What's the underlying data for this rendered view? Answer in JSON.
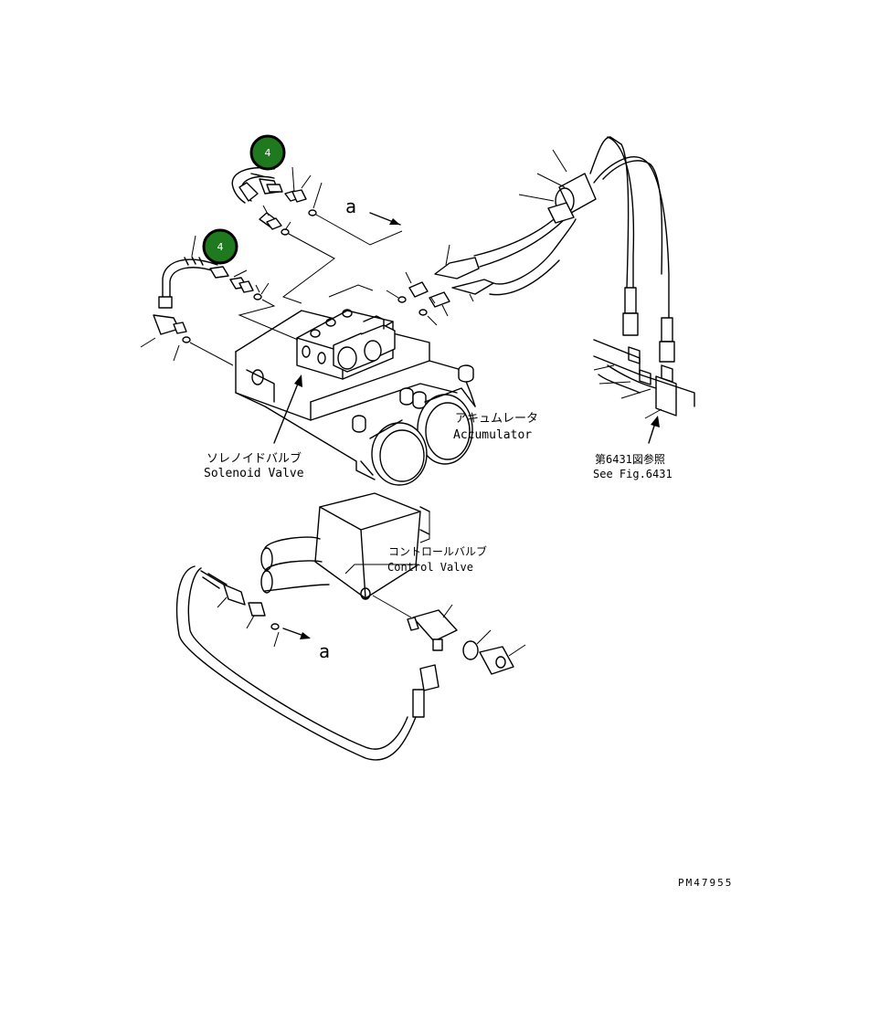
{
  "callouts": [
    {
      "number": "4",
      "fill": "#1f7a1f",
      "ring": "#000000"
    },
    {
      "number": "4",
      "fill": "#1f7a1f",
      "ring": "#000000"
    }
  ],
  "labels": {
    "solenoid_jp": "ソレノイドバルブ",
    "solenoid_en": "Solenoid Valve",
    "accumulator_jp": "アキュムレータ",
    "accumulator_en": "Accumulator",
    "control_jp": "コントロールバルブ",
    "control_en": "Control Valve",
    "see_fig_jp": "第6431図参照",
    "see_fig_en": "See Fig.6431",
    "connector_top": "a",
    "connector_bottom": "a",
    "figure_code": "PM47955"
  },
  "colors": {
    "line": "#000000",
    "callout_fill": "#1f7a1f",
    "background": "#ffffff"
  }
}
